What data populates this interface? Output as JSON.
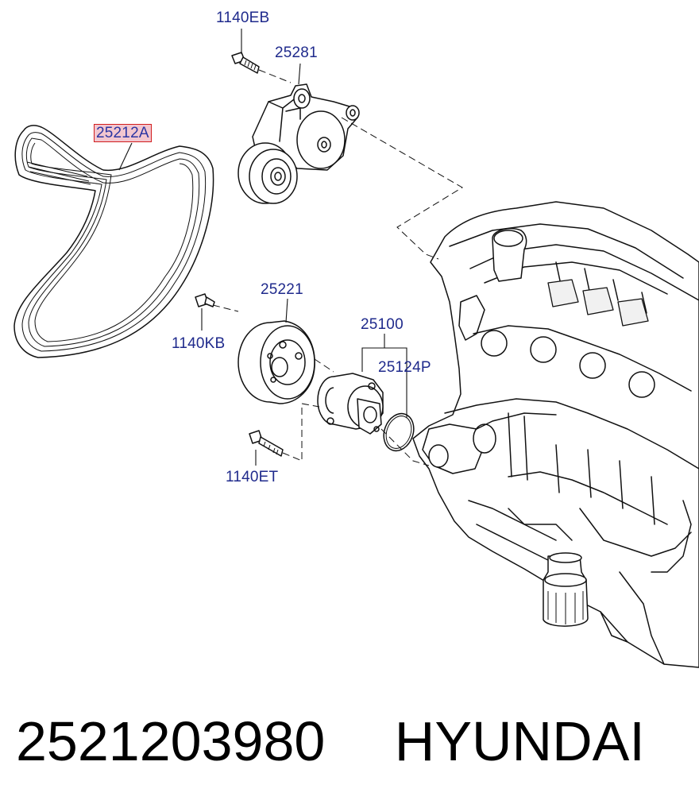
{
  "callouts": {
    "bolt_tensioner": "1140EB",
    "tensioner": "25281",
    "belt": "25212A",
    "pulley": "25221",
    "bolt_pulley": "1140KB",
    "water_pump": "25100",
    "gasket": "25124P",
    "bolt_pump": "1140ET"
  },
  "caption": {
    "part_number": "2521203980",
    "brand": "HYUNDAI"
  },
  "colors": {
    "callout_text": "#1f2a8c",
    "highlight_border": "#d21e1e",
    "highlight_fill": "#f2c6cf"
  }
}
